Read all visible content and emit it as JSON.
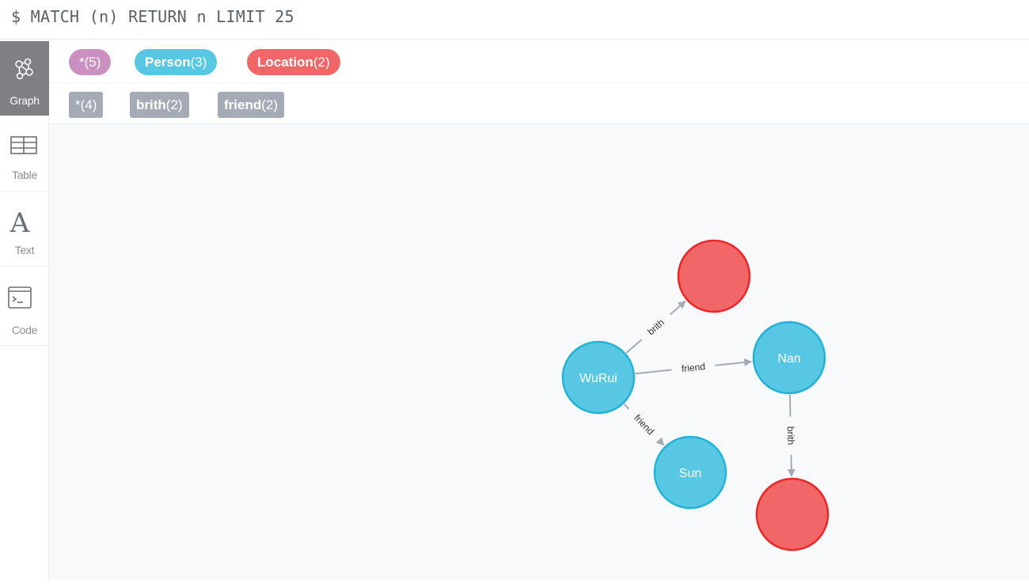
{
  "query": {
    "text": "$ MATCH (n) RETURN n LIMIT 25"
  },
  "sidebar": {
    "items": [
      {
        "label": "Graph",
        "icon": "graph-icon",
        "active": true
      },
      {
        "label": "Table",
        "icon": "table-icon",
        "active": false
      },
      {
        "label": "Text",
        "icon": "text-icon",
        "active": false
      },
      {
        "label": "Code",
        "icon": "code-icon",
        "active": false
      }
    ]
  },
  "legend": {
    "node_labels": [
      {
        "name": "*",
        "count": "(5)",
        "color": "#c990c0"
      },
      {
        "name": "Person",
        "count": "(3)",
        "color": "#57c7e3"
      },
      {
        "name": "Location",
        "count": "(2)",
        "color": "#f16667"
      }
    ],
    "relationship_types": [
      {
        "name": "*",
        "count": "(4)",
        "color": "#a5abb6"
      },
      {
        "name": "brith",
        "count": "(2)",
        "color": "#a5abb6"
      },
      {
        "name": "friend",
        "count": "(2)",
        "color": "#a5abb6"
      }
    ]
  },
  "graph": {
    "colors": {
      "person_fill": "#57c7e3",
      "person_stroke": "#23b3d7",
      "location_fill": "#f16667",
      "location_stroke": "#eb2728",
      "edge": "#a5abb6"
    },
    "nodes": [
      {
        "id": "wurui",
        "caption": "WuRui",
        "type": "Person"
      },
      {
        "id": "nan",
        "caption": "Nan",
        "type": "Person"
      },
      {
        "id": "sun",
        "caption": "Sun",
        "type": "Person"
      },
      {
        "id": "loc1",
        "caption": "",
        "type": "Location"
      },
      {
        "id": "loc2",
        "caption": "",
        "type": "Location"
      }
    ],
    "edges": [
      {
        "from": "wurui",
        "to": "loc1",
        "label": "brith"
      },
      {
        "from": "wurui",
        "to": "nan",
        "label": "friend"
      },
      {
        "from": "wurui",
        "to": "sun",
        "label": "friend"
      },
      {
        "from": "nan",
        "to": "loc2",
        "label": "brith"
      }
    ]
  }
}
